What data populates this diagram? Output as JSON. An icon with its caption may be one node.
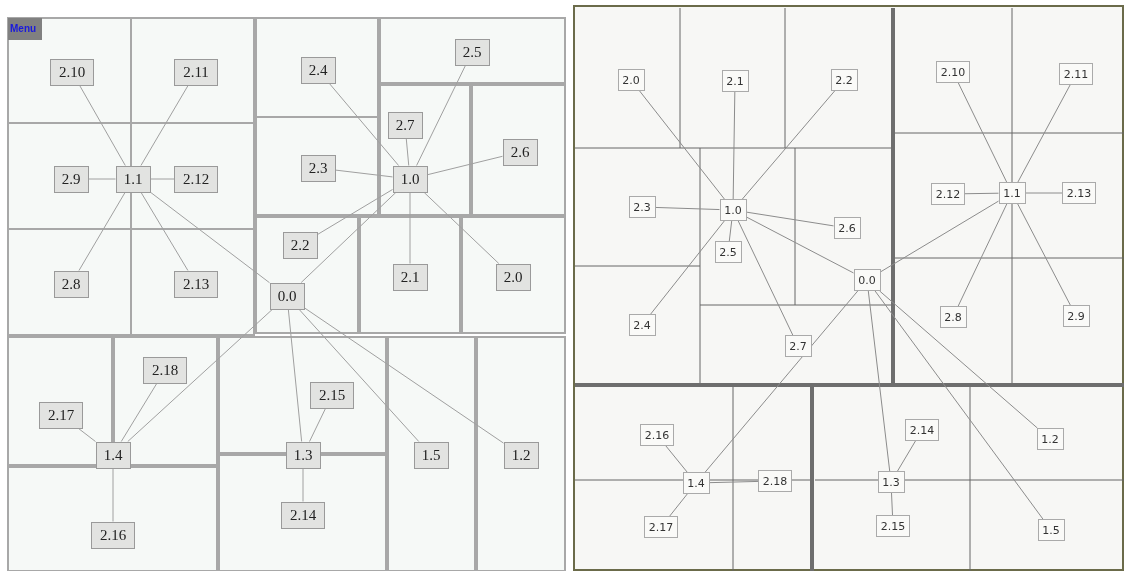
{
  "diagram": {
    "nodes": [
      {
        "text": [
          "0.0"
        ]
      },
      {
        "text": [
          "1.0"
        ]
      },
      {
        "text": [
          "1.1"
        ]
      },
      {
        "text": [
          "1.2"
        ]
      },
      {
        "text": [
          "1.3"
        ]
      },
      {
        "text": [
          "1.4"
        ]
      },
      {
        "text": [
          "1.5"
        ]
      },
      {
        "text": [
          "2.0"
        ]
      },
      {
        "text": [
          "2.1"
        ]
      },
      {
        "text": [
          "2.2"
        ]
      },
      {
        "text": [
          "2.3"
        ]
      },
      {
        "text": [
          "2.4"
        ]
      },
      {
        "text": [
          "2.5"
        ]
      },
      {
        "text": [
          "2.6"
        ]
      },
      {
        "text": [
          "2.7"
        ]
      },
      {
        "text": [
          "2.8"
        ]
      },
      {
        "text": [
          "2.9"
        ]
      },
      {
        "text": [
          "2.10"
        ]
      },
      {
        "text": [
          "2.11"
        ]
      },
      {
        "text": [
          "2.12"
        ]
      },
      {
        "text": [
          "2.13"
        ]
      },
      {
        "text": [
          "2.14"
        ]
      },
      {
        "text": [
          "2.15"
        ]
      },
      {
        "text": [
          "2.16"
        ]
      },
      {
        "text": [
          "2.17"
        ]
      },
      {
        "text": [
          "2.18"
        ]
      },
      {
        "text": [
          "0.0"
        ]
      },
      {
        "text": [
          "1.0"
        ]
      },
      {
        "text": [
          "1.1"
        ]
      },
      {
        "text": [
          "1.2"
        ]
      },
      {
        "text": [
          "1.3"
        ]
      },
      {
        "text": [
          "1.4"
        ]
      },
      {
        "text": [
          "1.5"
        ]
      },
      {
        "text": [
          "2.0"
        ]
      },
      {
        "text": [
          "2.1"
        ]
      },
      {
        "text": [
          "2.2"
        ]
      },
      {
        "text": [
          "2.3"
        ]
      },
      {
        "text": [
          "2.4"
        ]
      },
      {
        "text": [
          "2.5"
        ]
      },
      {
        "text": [
          "2.6"
        ]
      },
      {
        "text": [
          "2.7"
        ]
      },
      {
        "text": [
          "2.8"
        ]
      },
      {
        "text": [
          "2.9"
        ]
      },
      {
        "text": [
          "2.10"
        ]
      },
      {
        "text": [
          "2.11"
        ]
      },
      {
        "text": [
          "2.12"
        ]
      },
      {
        "text": [
          "2.13"
        ]
      },
      {
        "text": [
          "2.14"
        ]
      },
      {
        "text": [
          "2.15"
        ]
      },
      {
        "text": [
          "2.16"
        ]
      },
      {
        "text": [
          "2.17"
        ]
      },
      {
        "text": [
          "2.18"
        ]
      }
    ],
    "edges": [
      {
        "from": 0,
        "to": 1,
        "arrow": "none"
      },
      {
        "from": 0,
        "to": 2,
        "arrow": "none"
      },
      {
        "from": 0,
        "to": 3,
        "arrow": "none"
      },
      {
        "from": 0,
        "to": 4,
        "arrow": "none"
      },
      {
        "from": 0,
        "to": 5,
        "arrow": "none"
      },
      {
        "from": 0,
        "to": 6,
        "arrow": "none"
      },
      {
        "from": 1,
        "to": 7,
        "arrow": "none"
      },
      {
        "from": 1,
        "to": 8,
        "arrow": "none"
      },
      {
        "from": 1,
        "to": 9,
        "arrow": "none"
      },
      {
        "from": 1,
        "to": 10,
        "arrow": "none"
      },
      {
        "from": 1,
        "to": 11,
        "arrow": "none"
      },
      {
        "from": 1,
        "to": 12,
        "arrow": "none"
      },
      {
        "from": 1,
        "to": 13,
        "arrow": "none"
      },
      {
        "from": 1,
        "to": 14,
        "arrow": "none"
      },
      {
        "from": 2,
        "to": 15,
        "arrow": "none"
      },
      {
        "from": 2,
        "to": 16,
        "arrow": "none"
      },
      {
        "from": 2,
        "to": 17,
        "arrow": "none"
      },
      {
        "from": 2,
        "to": 18,
        "arrow": "none"
      },
      {
        "from": 2,
        "to": 19,
        "arrow": "none"
      },
      {
        "from": 2,
        "to": 20,
        "arrow": "none"
      },
      {
        "from": 4,
        "to": 21,
        "arrow": "none"
      },
      {
        "from": 4,
        "to": 22,
        "arrow": "none"
      },
      {
        "from": 5,
        "to": 23,
        "arrow": "none"
      },
      {
        "from": 5,
        "to": 24,
        "arrow": "none"
      },
      {
        "from": 5,
        "to": 25,
        "arrow": "none"
      },
      {
        "from": 26,
        "to": 27,
        "arrow": "none"
      },
      {
        "from": 26,
        "to": 28,
        "arrow": "none"
      },
      {
        "from": 26,
        "to": 29,
        "arrow": "none"
      },
      {
        "from": 26,
        "to": 30,
        "arrow": "none"
      },
      {
        "from": 26,
        "to": 31,
        "arrow": "none"
      },
      {
        "from": 26,
        "to": 32,
        "arrow": "none"
      },
      {
        "from": 27,
        "to": 33,
        "arrow": "none"
      },
      {
        "from": 27,
        "to": 34,
        "arrow": "none"
      },
      {
        "from": 27,
        "to": 35,
        "arrow": "none"
      },
      {
        "from": 27,
        "to": 36,
        "arrow": "none"
      },
      {
        "from": 27,
        "to": 37,
        "arrow": "none"
      },
      {
        "from": 27,
        "to": 38,
        "arrow": "none"
      },
      {
        "from": 27,
        "to": 39,
        "arrow": "none"
      },
      {
        "from": 27,
        "to": 40,
        "arrow": "none"
      },
      {
        "from": 28,
        "to": 41,
        "arrow": "none"
      },
      {
        "from": 28,
        "to": 42,
        "arrow": "none"
      },
      {
        "from": 28,
        "to": 43,
        "arrow": "none"
      },
      {
        "from": 28,
        "to": 44,
        "arrow": "none"
      },
      {
        "from": 28,
        "to": 45,
        "arrow": "none"
      },
      {
        "from": 28,
        "to": 46,
        "arrow": "none"
      },
      {
        "from": 30,
        "to": 47,
        "arrow": "none"
      },
      {
        "from": 30,
        "to": 48,
        "arrow": "none"
      },
      {
        "from": 31,
        "to": 49,
        "arrow": "none"
      },
      {
        "from": 31,
        "to": 50,
        "arrow": "none"
      },
      {
        "from": 31,
        "to": 51,
        "arrow": "none"
      }
    ],
    "labels": [
      "Menu"
    ]
  }
}
